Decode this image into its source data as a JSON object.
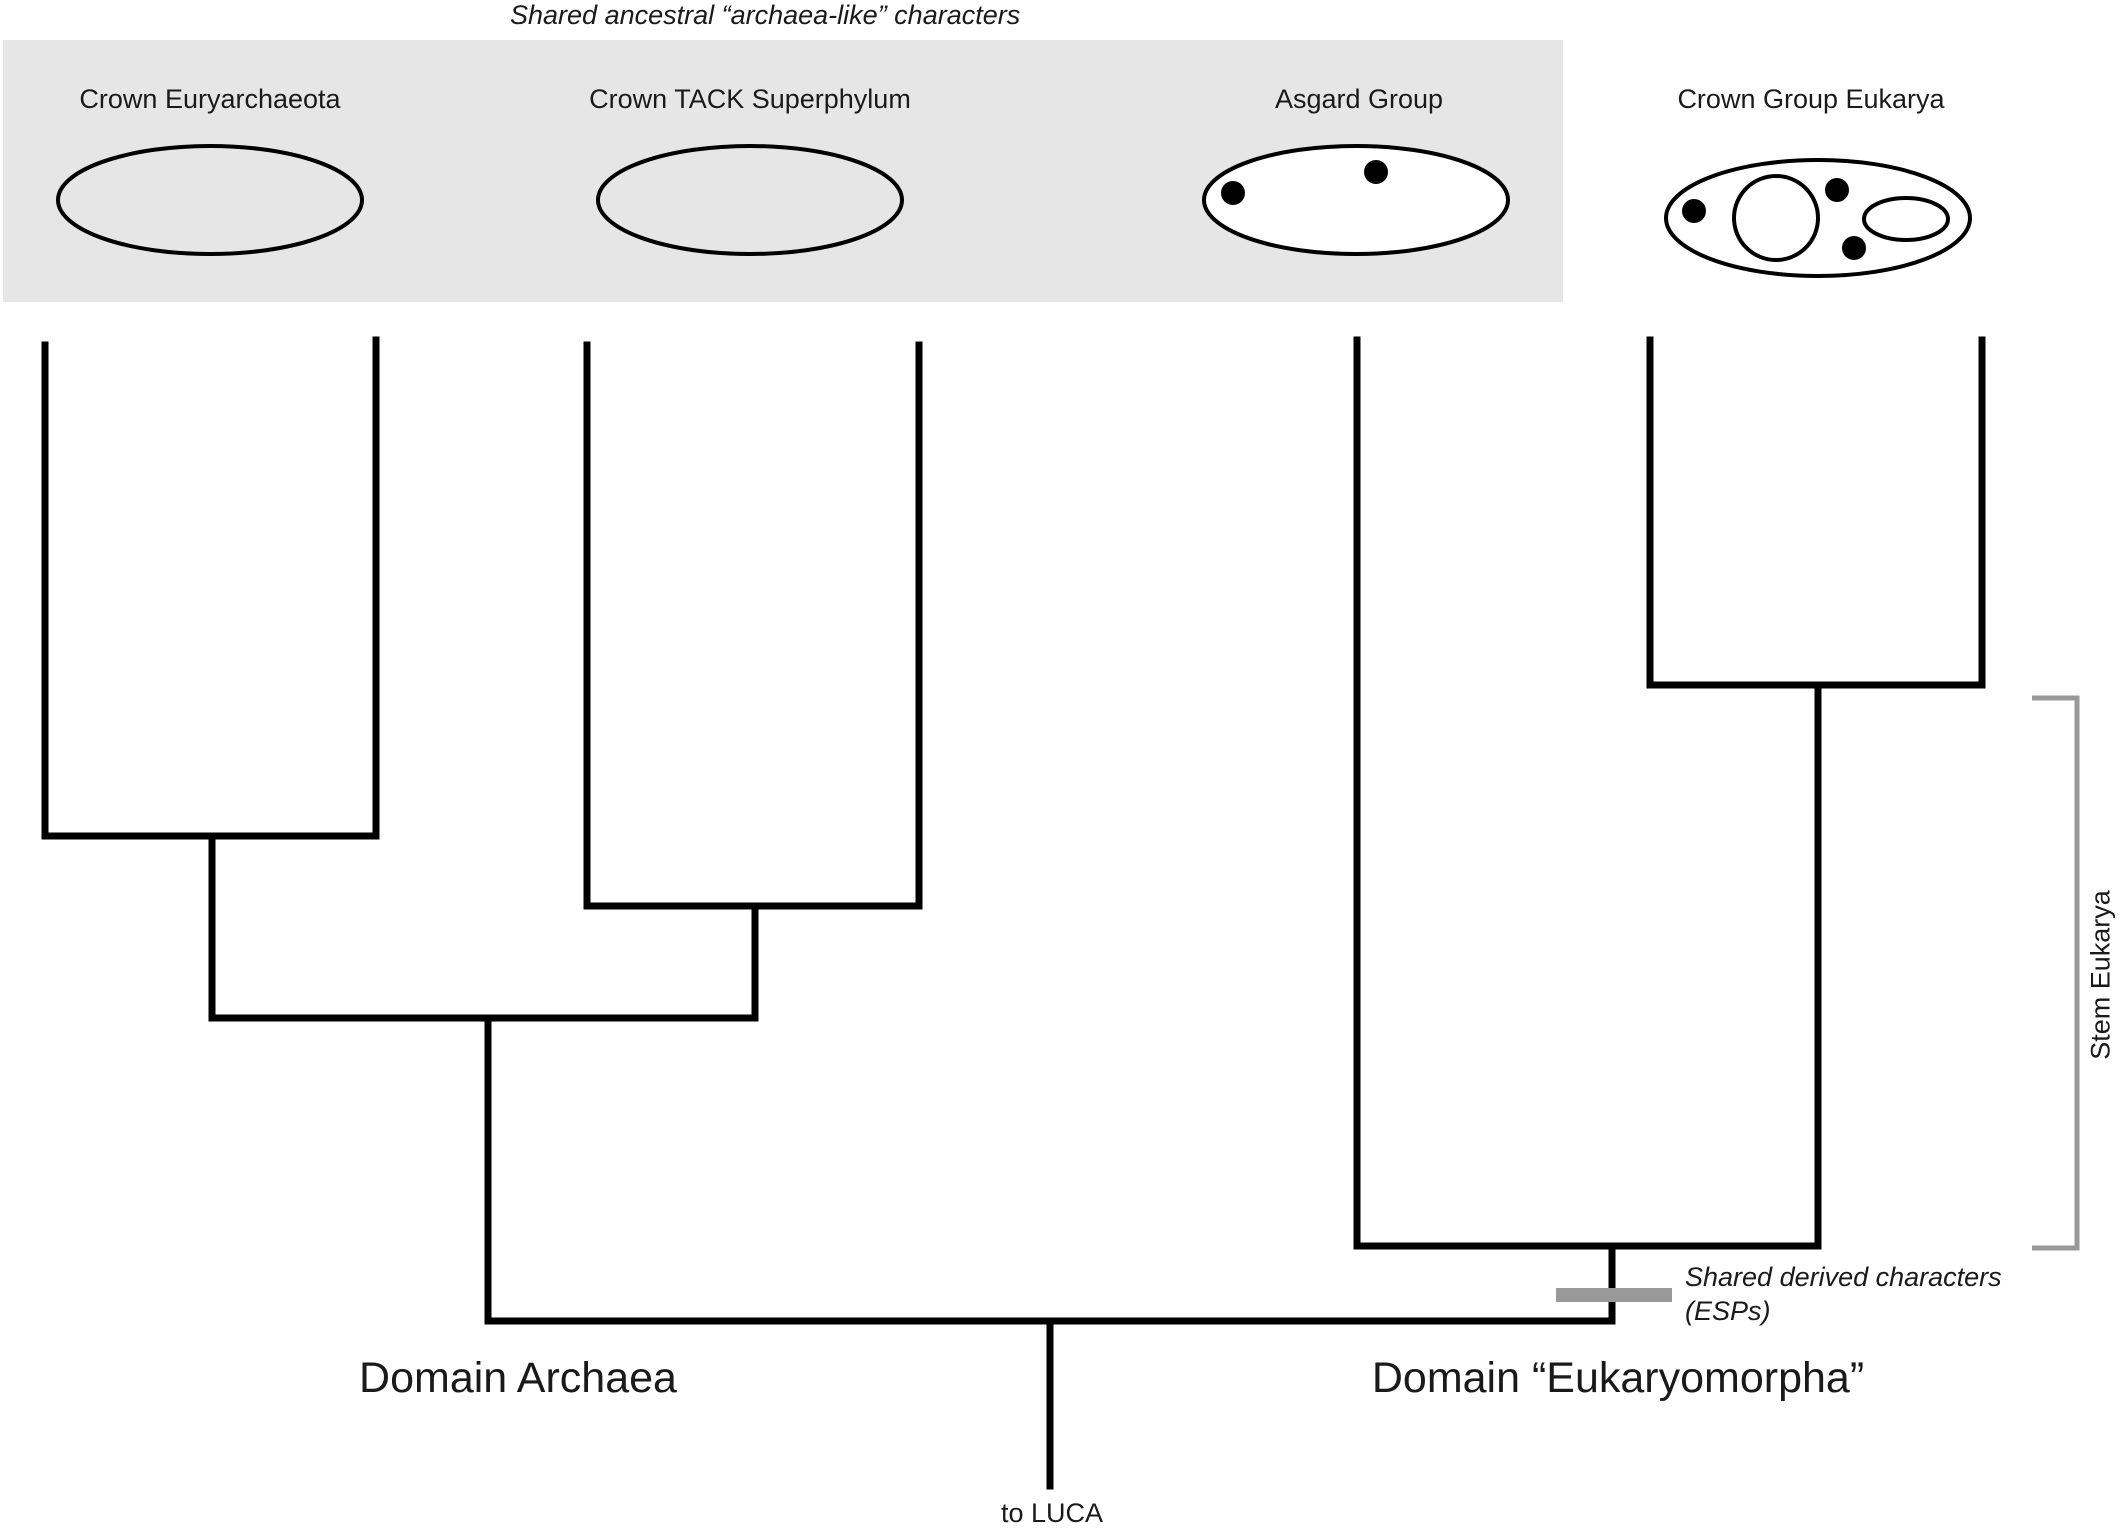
{
  "header": {
    "shared_ancestral_label": "Shared ancestral “archaea-like” characters"
  },
  "taxa": [
    {
      "name": "Crown Euryarchaeota",
      "icon": "empty-cell-icon"
    },
    {
      "name": "Crown TACK Superphylum",
      "icon": "empty-cell-icon"
    },
    {
      "name": "Asgard Group",
      "icon": "cell-with-two-dots-icon"
    },
    {
      "name": "Crown Group Eukarya",
      "icon": "eukaryotic-cell-icon"
    }
  ],
  "annotations": {
    "stem_label": "Stem  Eukarya",
    "shared_derived_line1": "Shared derived characters",
    "shared_derived_line2": "(ESPs)"
  },
  "domains": {
    "archaea": "Domain Archaea",
    "eukaryomorpha": "Domain “Eukaryomorpha”"
  },
  "root_label": "to LUCA",
  "colors": {
    "shaded_box": "#e6e6e6",
    "tree_line": "#000000",
    "annotation_grey": "#999999",
    "text": "#1a1a1a"
  }
}
